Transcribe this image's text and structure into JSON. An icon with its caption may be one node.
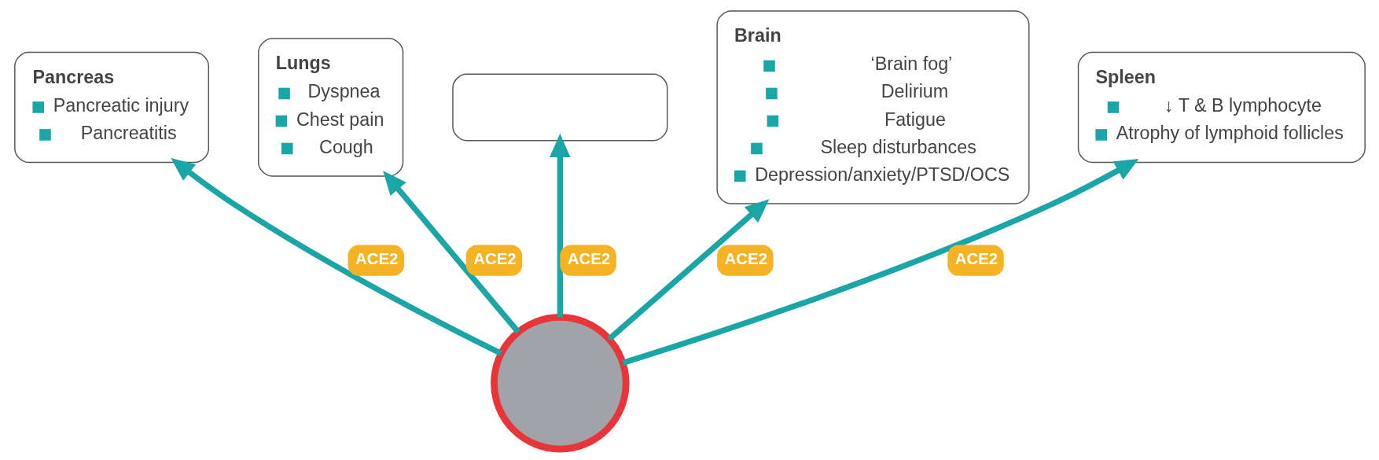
{
  "diagram": {
    "nodes": [
      {
        "text": [],
        "shape": "circle"
      },
      {
        "text": [
          "Pancreas",
          "Pancreatic injury",
          "Pancreatitis"
        ]
      },
      {
        "text": [
          "Lungs",
          "Dyspnea",
          "Chest pain",
          "Cough"
        ]
      },
      {
        "text": [],
        "shape": "box"
      },
      {
        "text": [
          "Brain",
          "‘Brain fog’",
          "Delirium",
          "Fatigue",
          "Sleep disturbances",
          "Depression/anxiety/PTSD/OCS"
        ]
      },
      {
        "text": [
          "Spleen",
          "↓ T & B lymphocyte",
          "Atrophy of lymphoid follicles"
        ]
      }
    ],
    "edges": [
      {
        "from": 0,
        "to": 1,
        "arrow": "to",
        "label": "ACE2"
      },
      {
        "from": 0,
        "to": 2,
        "arrow": "to",
        "label": "ACE2"
      },
      {
        "from": 0,
        "to": 3,
        "arrow": "to",
        "label": "ACE2"
      },
      {
        "from": 0,
        "to": 4,
        "arrow": "to",
        "label": "ACE2"
      },
      {
        "from": 0,
        "to": 5,
        "arrow": "to",
        "label": "ACE2"
      }
    ]
  }
}
